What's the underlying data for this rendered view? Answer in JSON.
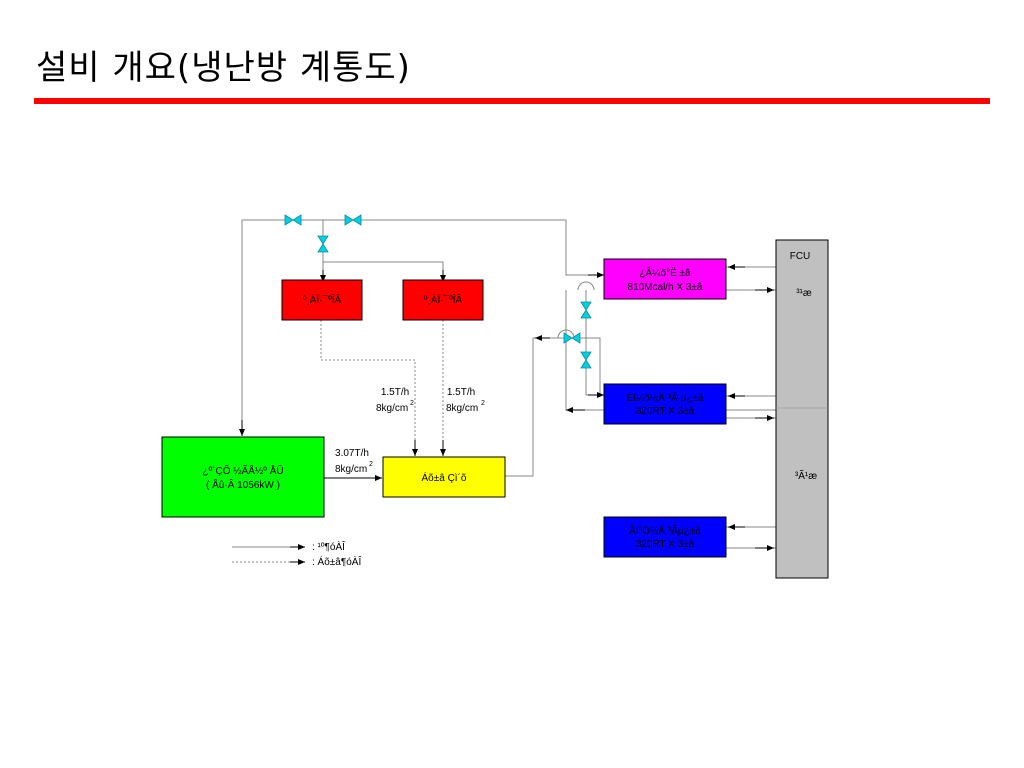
{
  "title": "설비 개요(냉난방 계통도)",
  "colors": {
    "accent": "#ff0000",
    "boiler": "#ff0000",
    "absorber": "#ff00ff",
    "chiller": "#0000ff",
    "generator": "#00ff00",
    "header": "#ffff00",
    "fcu": "#c0c0c0",
    "valve": "#00d0e0"
  },
  "boxes": {
    "boiler1": "º¸ÀÏ·¯ºÎÂ",
    "boiler2": "º¸ÀÏ·¯ºÎÂ",
    "absorber": {
      "line1": "¿Â¼ö°Ë  ±â",
      "line2": "810Mcal/h X 3±â"
    },
    "chiller1": {
      "line1": "Èí¼ö½Ä ³Ã µ¿±â",
      "line2": "320RT X 3±â"
    },
    "chiller2": {
      "line1": "ÅÍºÒ½Ä ³Ãµ¿±â",
      "line2": "320RT X 3±â"
    },
    "generator": {
      "line1": "¿­º´ÇÕ ½ÃÅ½º ÅÛ",
      "line2": "( Åû·Â  1056kW )"
    },
    "header": "Áõ±â Çì´õ",
    "fcu": {
      "title": "FCU",
      "top_label": "³­¹æ",
      "mid_label": "³Ã¹æ"
    }
  },
  "flows": {
    "f1": {
      "rate": "1.5T/h",
      "pressure": "8kg/cm",
      "exp": "2"
    },
    "f2": {
      "rate": "1.5T/h",
      "pressure": "8kg/cm",
      "exp": "2"
    },
    "f3": {
      "rate": "3.07T/h",
      "pressure": "8kg/cm",
      "exp": "2"
    }
  },
  "legend": {
    "solid": ": ¹º¶óÀÎ",
    "dashed": ": Áõ±â¶óÀÎ"
  }
}
